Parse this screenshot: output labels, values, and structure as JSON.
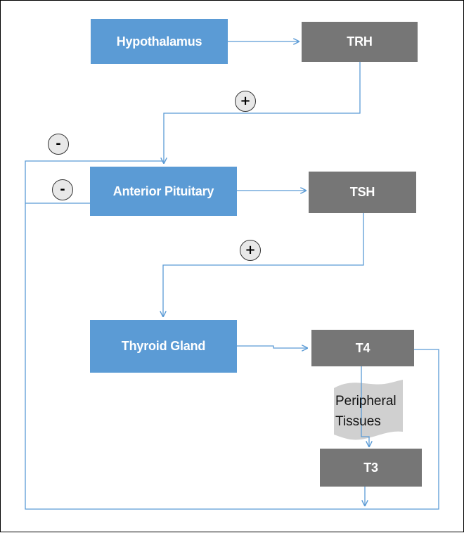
{
  "diagram": {
    "nodes": {
      "hypothalamus": "Hypothalamus",
      "trh": "TRH",
      "anterior_pituitary": "Anterior Pituitary",
      "tsh": "TSH",
      "thyroid_gland": "Thyroid Gland",
      "t4": "T4",
      "peripheral_tissues_line1": "Peripheral",
      "peripheral_tissues_line2": "Tissues",
      "t3": "T3"
    },
    "signs": {
      "trh_stimulation": "+",
      "tsh_stimulation": "+",
      "negative_feedback_outer": "-",
      "negative_feedback_inner": "-"
    },
    "colors": {
      "gland_box": "#5b9bd5",
      "hormone_box": "#767676",
      "connector": "#5b9bd5",
      "tissue_shape": "#d0d0d0"
    }
  }
}
